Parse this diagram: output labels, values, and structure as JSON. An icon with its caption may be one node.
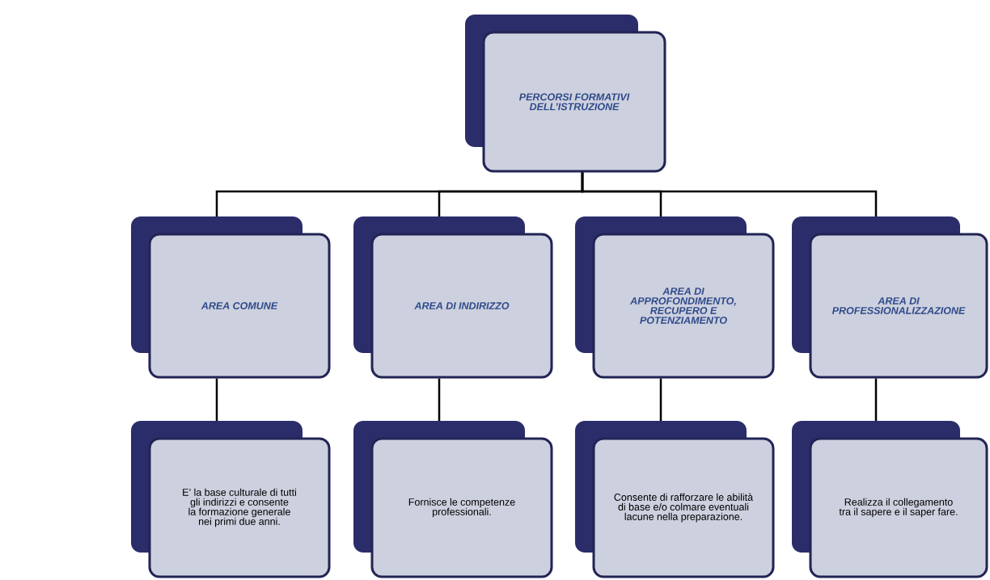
{
  "diagram": {
    "nodes": [
      {
        "text": [
          "PERCORSI FORMATIVI DELL’ISTRUZIONE"
        ]
      },
      {
        "text": [
          "AREA COMUNE"
        ]
      },
      {
        "text": [
          "AREA DI INDIRIZZO"
        ]
      },
      {
        "text": [
          "AREA DI APPROFONDIMENTO, RECUPERO E POTENZIAMENTO"
        ]
      },
      {
        "text": [
          "AREA DI PROFESSIONALIZZAZIONE"
        ]
      },
      {
        "text": [
          "E’ la base culturale di tutti gli indirizzi e consente la formazione generale nei primi due anni."
        ]
      },
      {
        "text": [
          "Fornisce le competenze professionali."
        ]
      },
      {
        "text": [
          "Consente di rafforzare le abilità di base e/o colmare eventuali lacune nella preparazione."
        ]
      },
      {
        "text": [
          "Realizza il collegamento tra il sapere e il saper fare."
        ]
      }
    ],
    "edges": [
      {
        "from": 0,
        "to": 1,
        "arrow": "none"
      },
      {
        "from": 0,
        "to": 2,
        "arrow": "none"
      },
      {
        "from": 0,
        "to": 3,
        "arrow": "none"
      },
      {
        "from": 0,
        "to": 4,
        "arrow": "none"
      },
      {
        "from": 1,
        "to": 5,
        "arrow": "none"
      },
      {
        "from": 2,
        "to": 6,
        "arrow": "none"
      },
      {
        "from": 3,
        "to": 7,
        "arrow": "none"
      },
      {
        "from": 4,
        "to": 8,
        "arrow": "none"
      }
    ]
  }
}
